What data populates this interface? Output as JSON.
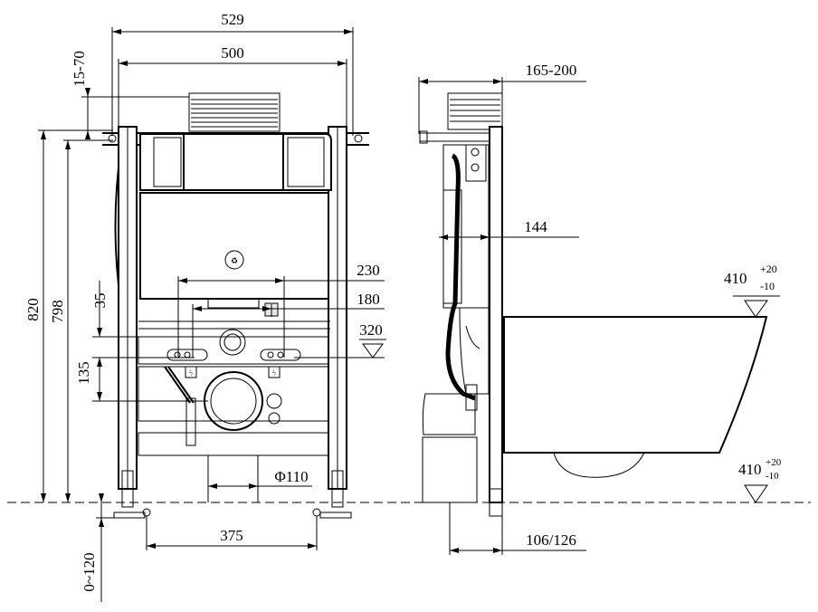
{
  "dimensions": {
    "frame_outer_width": "529",
    "frame_inner_width": "500",
    "top_adjust": "15-70",
    "total_height": "820",
    "frame_height": "798",
    "left_35": "35",
    "left_135": "135",
    "inlet_230": "230",
    "inlet_180": "180",
    "inlet_320": "320",
    "drain_diameter": "Φ110",
    "feet_spacing": "375",
    "foot_adjust": "0~120",
    "depth_top": "165-200",
    "depth_144": "144",
    "depth_bottom": "106/126",
    "bowl_height_upper_base": "410",
    "bowl_height_upper_sup": "+20",
    "bowl_height_upper_sub": "-10",
    "bowl_height_lower_base": "410",
    "bowl_height_lower_sup": "+20",
    "bowl_height_lower_sub": "-10"
  },
  "colors": {
    "line": "#000000",
    "background": "#ffffff"
  },
  "icons": [
    "recycle-symbol",
    "electrical-symbol"
  ]
}
